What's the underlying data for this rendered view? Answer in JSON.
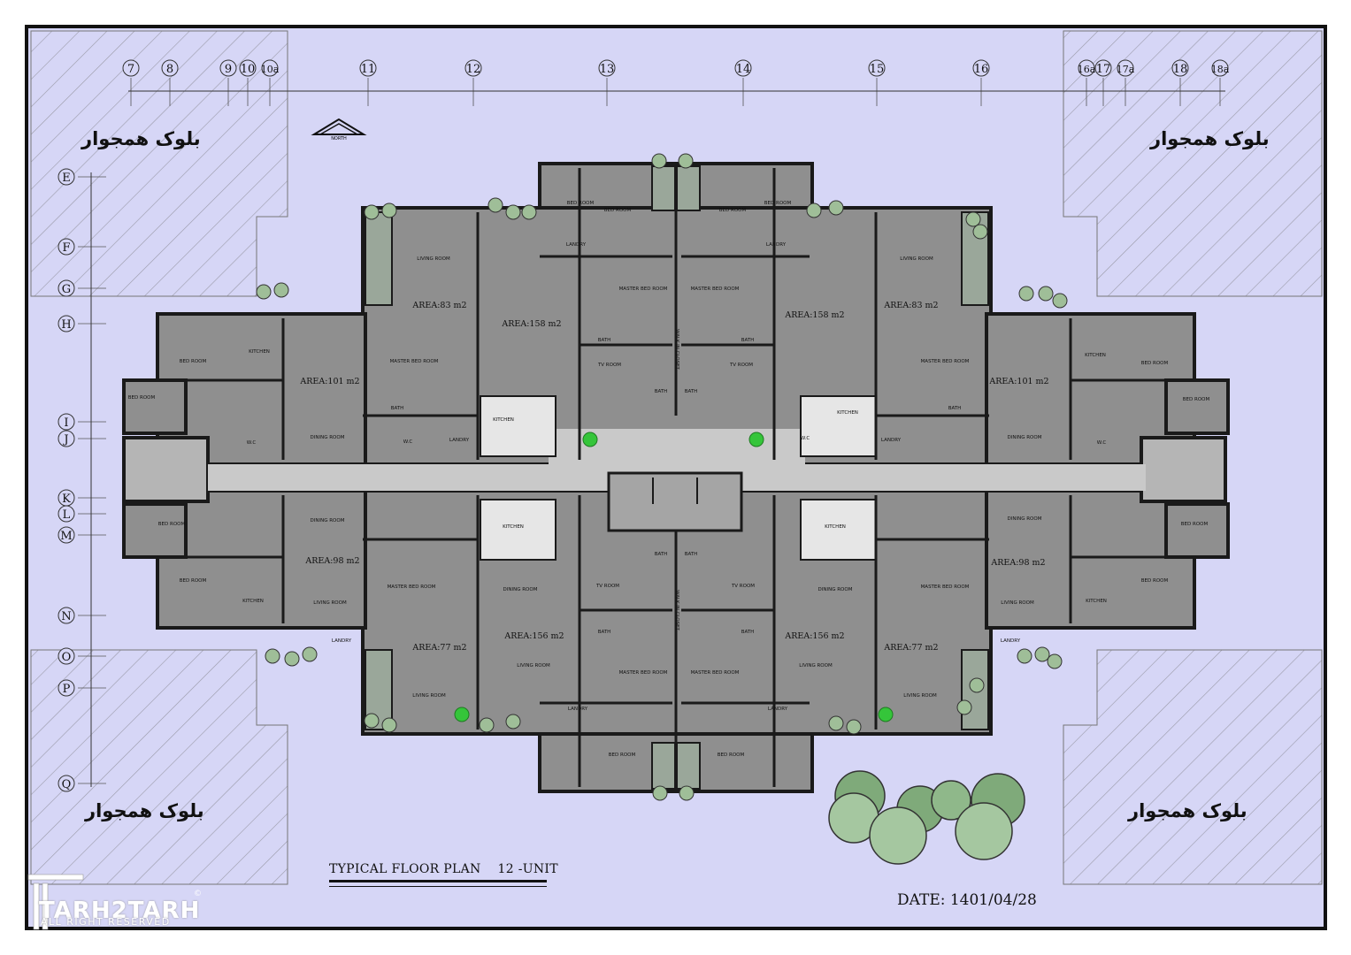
{
  "drawing": {
    "title": "TYPICAL FLOOR PLAN    12 -UNIT",
    "date": "DATE: 1401/04/28",
    "north_label": "NORTH",
    "logo": {
      "name": "TARH2TARH",
      "tagline": "ALL RIGHT RESERVED",
      "mark": "©"
    },
    "neighbor_block_label": "بلوک همجوار",
    "colors": {
      "background": "#d6d6f6",
      "floor": "#8f8f8f",
      "corridor": "#c9c9c9",
      "wall": "#1a1a1a",
      "plant": "#7faa7a",
      "hatch": "#9a9aa8"
    }
  },
  "grid": {
    "columns": [
      "7",
      "8",
      "9",
      "10",
      "10a",
      "11",
      "12",
      "13",
      "14",
      "15",
      "16",
      "16a",
      "17",
      "17a",
      "18",
      "18a"
    ],
    "rows": [
      "E",
      "F",
      "G",
      "H",
      "I",
      "J",
      "K",
      "L",
      "M",
      "N",
      "O",
      "P",
      "Q"
    ]
  },
  "units": {
    "areas": [
      "AREA:83 m2",
      "AREA:158 m2",
      "AREA:158 m2",
      "AREA:83 m2",
      "AREA:101 m2",
      "AREA:101 m2",
      "AREA:98 m2",
      "AREA:98 m2",
      "AREA:77 m2",
      "AREA:156 m2",
      "AREA:156 m2",
      "AREA:77 m2"
    ]
  },
  "rooms": {
    "living": "LIVING ROOM",
    "dining": "DINING ROOM",
    "bed": "BED ROOM",
    "master": "MASTER BED ROOM",
    "kitchen": "KITCHEN",
    "bath": "BATH",
    "tv": "TV ROOM",
    "wc": "W.C",
    "laundry": "LANDRY",
    "closet": "WALK-IN CLOSET"
  }
}
